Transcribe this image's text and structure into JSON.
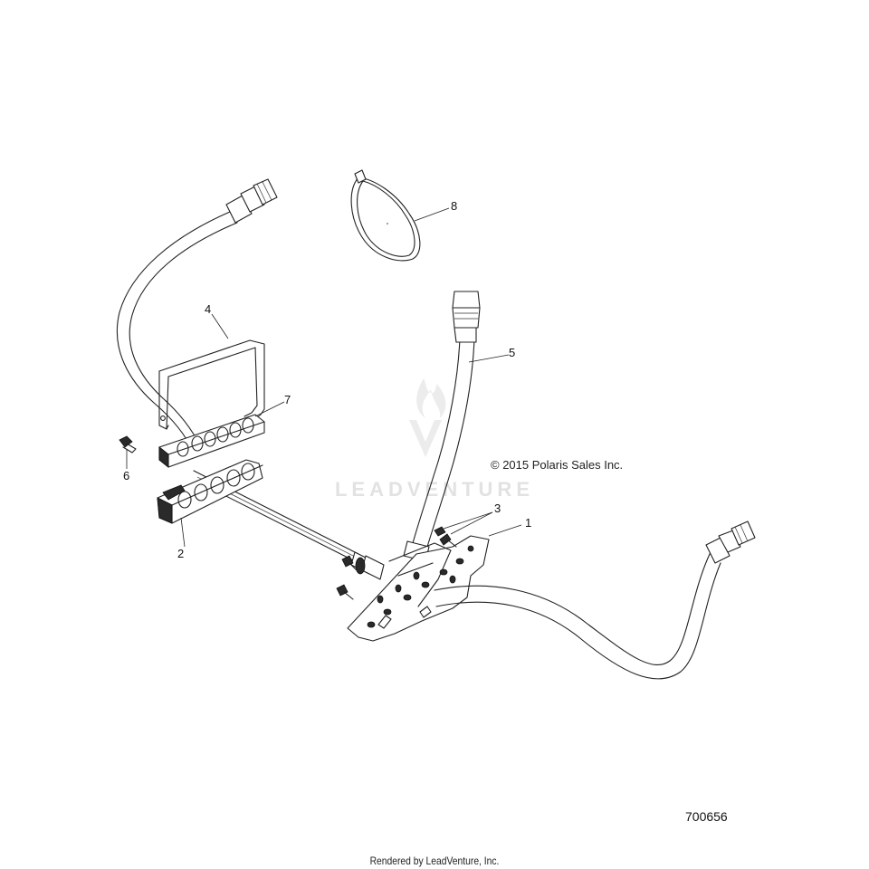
{
  "callouts": [
    "1",
    "2",
    "3",
    "4",
    "5",
    "6",
    "7",
    "8"
  ],
  "copyright": "© 2015 Polaris Sales Inc.",
  "watermark": "LEADVENTURE",
  "figure_number": "700656",
  "footer": "Rendered by LeadVenture, Inc."
}
